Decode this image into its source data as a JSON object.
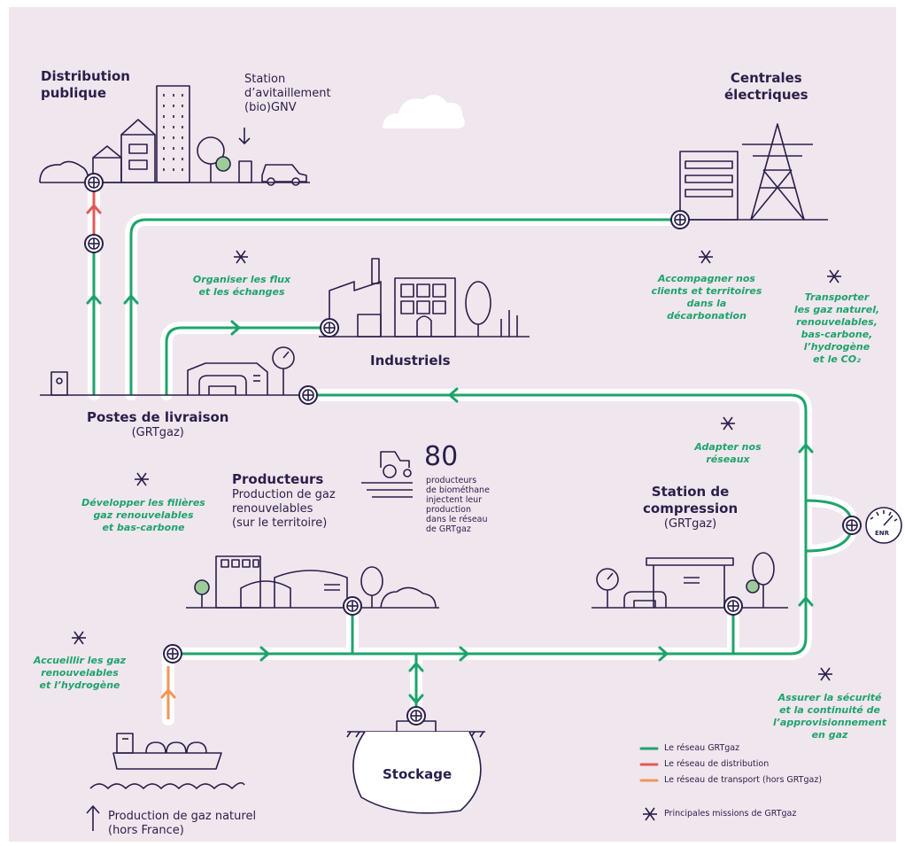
{
  "nodes": {
    "distribution": {
      "title_1": "Distribution",
      "title_2": "publique"
    },
    "station": {
      "line_1": "Station",
      "line_2": "d’avitaillement",
      "line_3": "(bio)GNV"
    },
    "centrales": {
      "title_1": "Centrales",
      "title_2": "électriques"
    },
    "industriels": {
      "title": "Industriels"
    },
    "postes": {
      "title": "Postes de livraison",
      "sub": "(GRTgaz)"
    },
    "producteurs": {
      "title": "Producteurs",
      "sub_1": "Production de gaz",
      "sub_2": "renouvelables",
      "sub_3": "(sur le territoire)"
    },
    "producteurs_count": {
      "number": "80",
      "line_1": "producteurs",
      "line_2": "de biométhane",
      "line_3": "injectent leur",
      "line_4": "production",
      "line_5": "dans le réseau",
      "line_6": "de GRTgaz"
    },
    "compression": {
      "title_1": "Station de",
      "title_2": "compression",
      "sub": "(GRTgaz)"
    },
    "stockage": {
      "title": "Stockage"
    },
    "production": {
      "line_1": "Production de gaz naturel",
      "line_2": "(hors France)"
    },
    "enr": {
      "label": "ENR"
    }
  },
  "missions": {
    "organiser": {
      "line_1": "Organiser les flux",
      "line_2": "et les échanges"
    },
    "accompagner": {
      "line_1": "Accompagner nos",
      "line_2": "clients et territoires",
      "line_3": "dans la",
      "line_4": "décarbonation"
    },
    "transporter": {
      "line_1": "Transporter",
      "line_2": "les gaz naturel,",
      "line_3": "renouvelables,",
      "line_4": "bas-carbone,",
      "line_5": "l’hydrogène",
      "line_6": "et le CO₂"
    },
    "adapter": {
      "line_1": "Adapter nos",
      "line_2": "réseaux"
    },
    "developper": {
      "line_1": "Développer les filières",
      "line_2": "gaz renouvelables",
      "line_3": "et bas-carbone"
    },
    "accueillir": {
      "line_1": "Accueillir les gaz",
      "line_2": "renouvelables",
      "line_3": "et l’hydrogène"
    },
    "assurer": {
      "line_1": "Assurer la sécurité",
      "line_2": "et la continuité de",
      "line_3": "l’approvisionnement",
      "line_4": "en gaz"
    }
  },
  "legend": {
    "grtgaz": "Le réseau GRTgaz",
    "distribution": "Le réseau de distribution",
    "transport": "Le réseau de transport (hors GRTgaz)",
    "missions": "Principales missions de GRTgaz"
  },
  "colors": {
    "background": "#f0e6ee",
    "pipe_green": "#1fa36c",
    "pipe_red": "#e05a5a",
    "pipe_orange": "#f0965a",
    "ink": "#2a1f4a"
  }
}
